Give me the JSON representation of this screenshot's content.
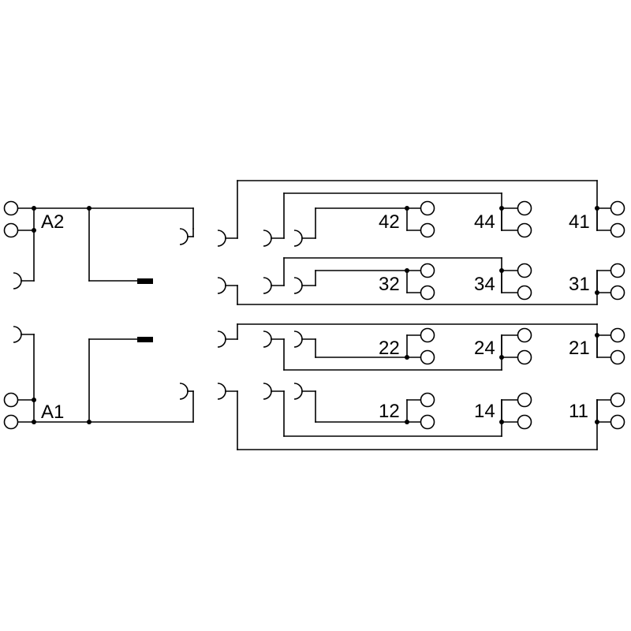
{
  "diagram": {
    "coil_labels": {
      "a2": "A2",
      "a1": "A1"
    },
    "contact_labels": {
      "c42": "42",
      "c44": "44",
      "c41": "41",
      "c32": "32",
      "c34": "34",
      "c31": "31",
      "c22": "22",
      "c24": "24",
      "c21": "21",
      "c12": "12",
      "c14": "14",
      "c11": "11"
    }
  }
}
